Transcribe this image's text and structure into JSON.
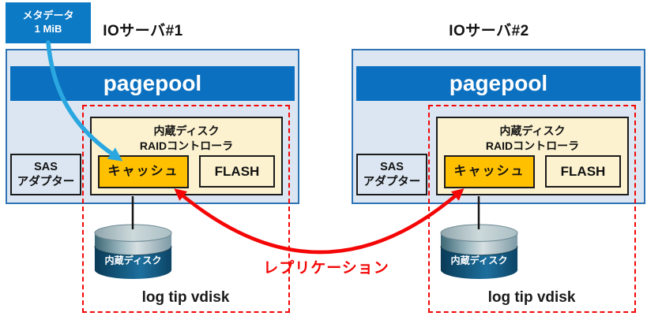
{
  "colors": {
    "pagepool_blue": "#0b70bf",
    "metadata_blue": "#0d7ac5",
    "server_fill_light_blue": "#dbe6f2",
    "server_border_blue": "#2e74b5",
    "cream_fill": "#fcf2d0",
    "cache_orange": "#ffc000",
    "replication_red": "#f40606",
    "metadata_arrow_cyan": "#2aa7e0"
  },
  "metadata_box": {
    "line1": "メタデータ",
    "line2": "1 MiB"
  },
  "servers": [
    {
      "title": "IOサーバ#1",
      "pagepool_label": "pagepool",
      "raid_line1": "内蔵ディスク",
      "raid_line2": "RAIDコントローラ",
      "cache_label": "キャッシュ",
      "flash_label": "FLASH",
      "sas_line1": "SAS",
      "sas_line2": "アダプター",
      "disk_label": "内蔵ディスク",
      "vdisk_label": "log tip vdisk"
    },
    {
      "title": "IOサーバ#2",
      "pagepool_label": "pagepool",
      "raid_line1": "内蔵ディスク",
      "raid_line2": "RAIDコントローラ",
      "cache_label": "キャッシュ",
      "flash_label": "FLASH",
      "sas_line1": "SAS",
      "sas_line2": "アダプター",
      "disk_label": "内蔵ディスク",
      "vdisk_label": "log tip vdisk"
    }
  ],
  "replication_label": "レプリケーション"
}
